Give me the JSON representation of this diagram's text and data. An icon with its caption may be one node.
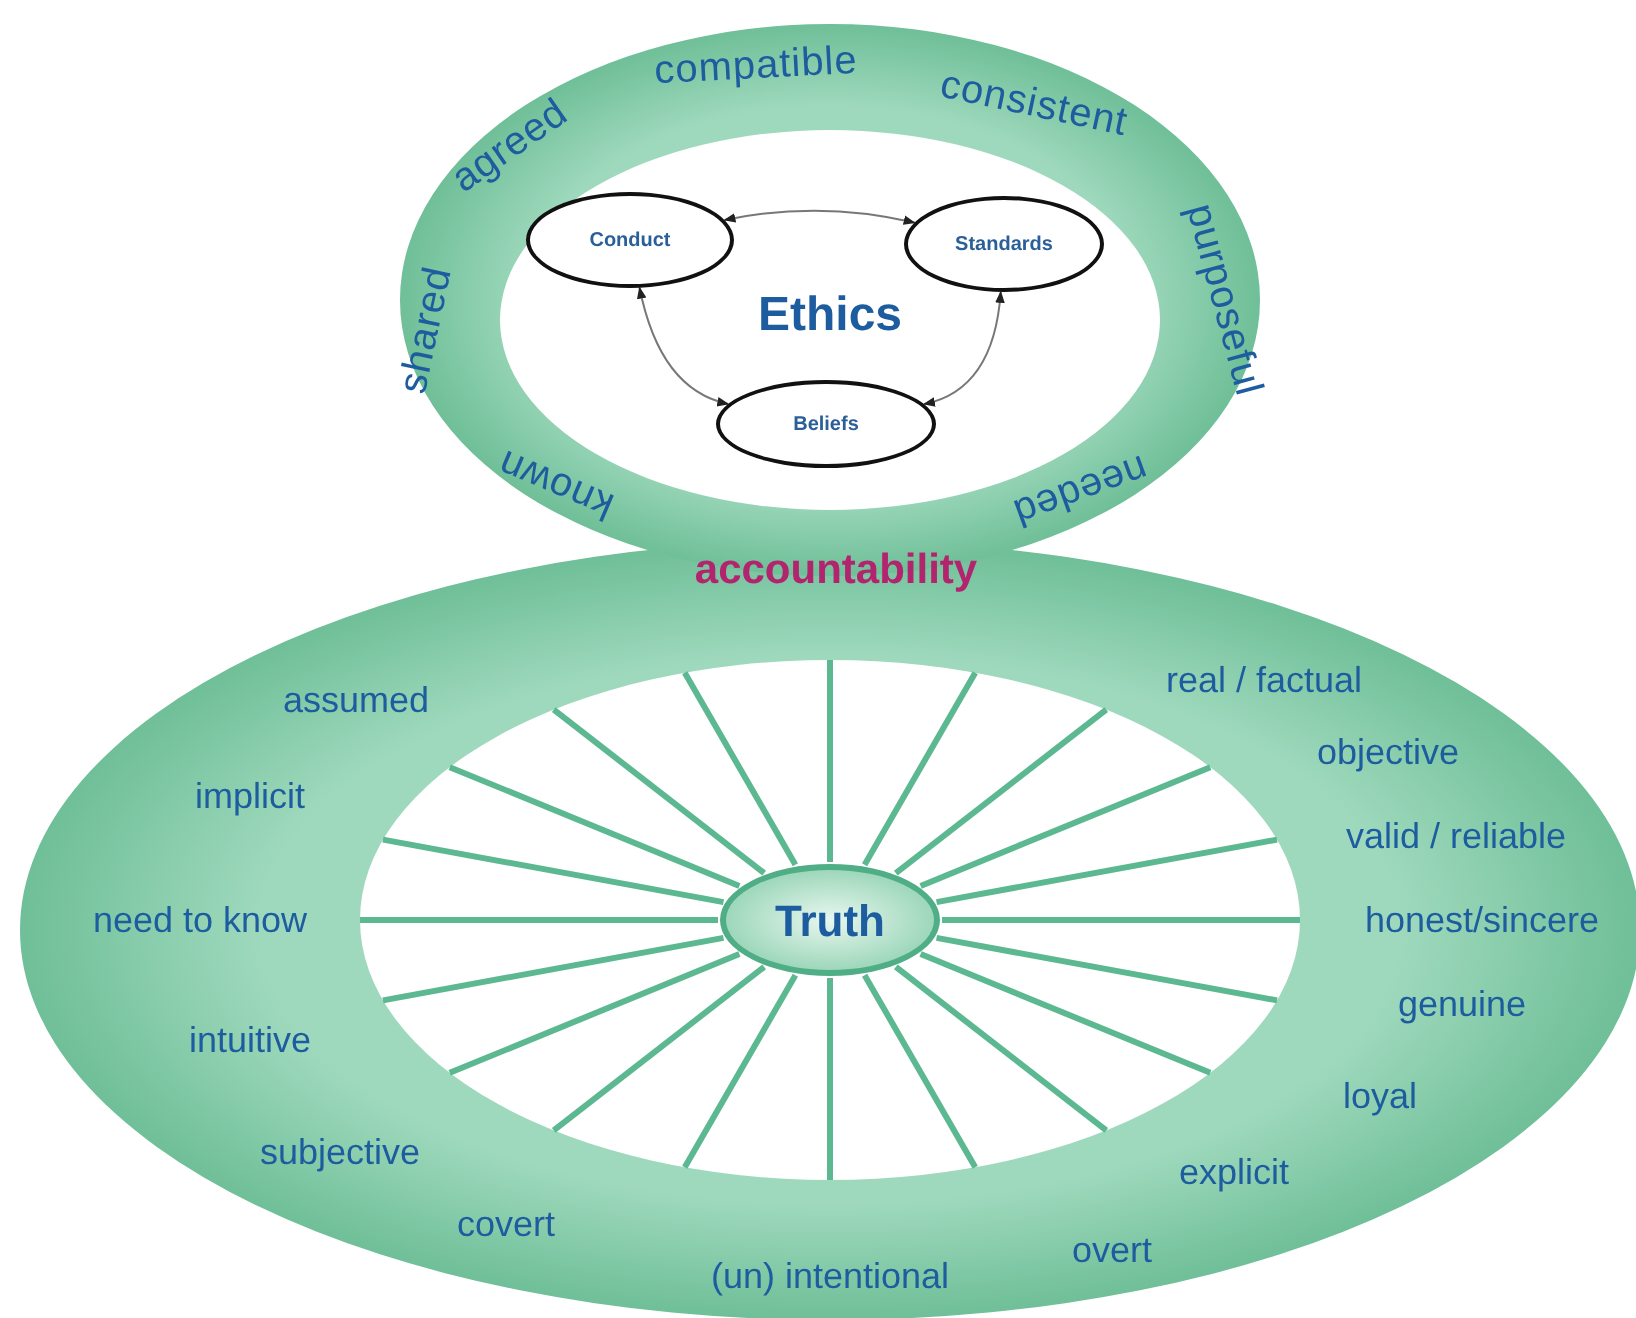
{
  "diagram": {
    "nodes": [
      {
        "text": [
          "Conduct"
        ]
      },
      {
        "text": [
          "Standards"
        ]
      },
      {
        "text": [
          "Beliefs"
        ]
      },
      {
        "text": [
          "Truth"
        ]
      }
    ],
    "edges": [
      {
        "from": 0,
        "to": 1,
        "arrow": "both"
      },
      {
        "from": 0,
        "to": 2,
        "arrow": "both"
      },
      {
        "from": 1,
        "to": 2,
        "arrow": "both"
      }
    ],
    "labels": [
      "compatible",
      "agreed",
      "consistent",
      "shared",
      "Ethics",
      "purposeful",
      "known",
      "needed",
      "accountability",
      "real / factual",
      "assumed",
      "objective",
      "implicit",
      "valid / reliable",
      "need to know",
      "honest/sincere",
      "genuine",
      "intuitive",
      "loyal",
      "subjective",
      "explicit",
      "covert",
      "overt",
      "(un) intentional"
    ]
  }
}
